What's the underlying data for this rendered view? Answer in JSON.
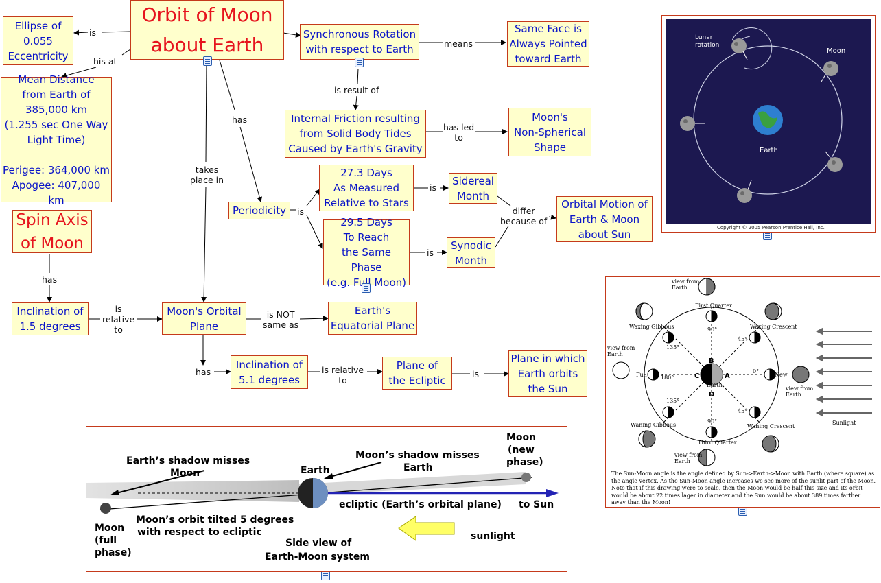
{
  "nodes": {
    "orbit": "Orbit of Moon\nabout Earth",
    "ellipse": "Ellipse of\n0.055\nEccentricity",
    "mean_distance": "Mean Distance\nfrom Earth of\n385,000 km\n(1.255 sec One Way\nLight Time)\n\nPerigee: 364,000 km\nApogee: 407,000 km",
    "sync": "Synchronous Rotation\nwith respect to Earth",
    "same_face": "Same Face is\nAlways Pointed\ntoward Earth",
    "friction": "Internal Friction resulting\nfrom Solid Body Tides\nCaused by Earth's Gravity",
    "nonspherical": "Moon's\nNon-Spherical\nShape",
    "periodicity": "Periodicity",
    "days273": "27.3 Days\nAs Measured\nRelative to Stars",
    "sidereal": "Sidereal\nMonth",
    "days295": "29.5 Days\nTo Reach\nthe Same Phase\n(e.g. Full Moon)",
    "synodic": "Synodic\nMonth",
    "orbital_motion": "Orbital Motion of\nEarth & Moon\nabout Sun",
    "spin_axis": "Spin Axis\nof Moon",
    "incl15": "Inclination of\n1.5 degrees",
    "orbital_plane": "Moon's Orbital\nPlane",
    "equatorial": "Earth's\nEquatorial Plane",
    "incl51": "Inclination of\n5.1 degrees",
    "ecliptic": "Plane of\nthe Ecliptic",
    "plane_earth_orbits": "Plane in which\nEarth orbits\nthe Sun"
  },
  "labels": {
    "is_1": "is",
    "his_at": "his at",
    "means": "means",
    "is_result_of": "is result of",
    "has_led_to": "has led\nto",
    "has_1": "has",
    "takes_place_in": "takes\nplace in",
    "is_2": "is",
    "is_3": "is",
    "is_4": "is",
    "differ_because_of": "differ\nbecause of",
    "has_2": "has",
    "is_relative_to_1": "is\nrelative\nto",
    "is_not_same_as": "is NOT\nsame as",
    "has_3": "has",
    "is_relative_to_2": "is relative\nto",
    "is_5": "is"
  },
  "rotation_figure": {
    "lunar_rotation": "Lunar\nrotation",
    "moon": "Moon",
    "earth": "Earth",
    "copyright": "Copyright © 2005 Pearson Prentice Hall, Inc."
  },
  "phases_figure": {
    "view_from_earth": "view from\nEarth",
    "first_quarter": "First Quarter",
    "third_quarter": "Third Quarter",
    "waxing_gibbous": "Waxing Gibbous",
    "waxing_crescent": "Waxing Crescent",
    "waning_gibbous": "Waning Gibbous",
    "waning_crescent": "Waning Crescent",
    "full": "Full",
    "new": "New",
    "sunlight": "Sunlight",
    "earth": "Earth",
    "a90": "90°",
    "a45": "45°",
    "a135": "135°",
    "a180": "180°",
    "a0": "0°",
    "pA": "A",
    "pB": "B",
    "pC": "C",
    "pD": "D",
    "caption": "The Sun-Moon angle is the angle defined by Sun->Earth->Moon with Earth (where square) as the angle vertex. As the Sun-Moon angle increases we see more of the sunlit part of the Moon. Note that if this drawing were to scale, then the Moon would be half this size and its orbit would be about 22 times lager in diameter and the Sun would be about 389 times farther away than the Moon!"
  },
  "side_figure": {
    "earth_shadow_misses": "Earth’s shadow misses\nMoon",
    "moon_shadow_misses": "Moon’s shadow misses\nEarth",
    "moon_new": "Moon\n(new\nphase)",
    "earth": "Earth",
    "moon_full": "Moon\n(full\nphase)",
    "orbit_tilted": "Moon’s orbit tilted 5 degrees\nwith respect to ecliptic",
    "ecliptic": "ecliptic (Earth’s orbital plane)",
    "to_sun": "to Sun",
    "sunlight": "sunlight",
    "side_view": "Side view of\nEarth-Moon system"
  },
  "colors": {
    "node_fill": "#ffffcc",
    "node_border": "#c53a1b",
    "node_text": "#0a14c8",
    "title_text": "#e6141e",
    "space_bg": "#1c1850"
  }
}
